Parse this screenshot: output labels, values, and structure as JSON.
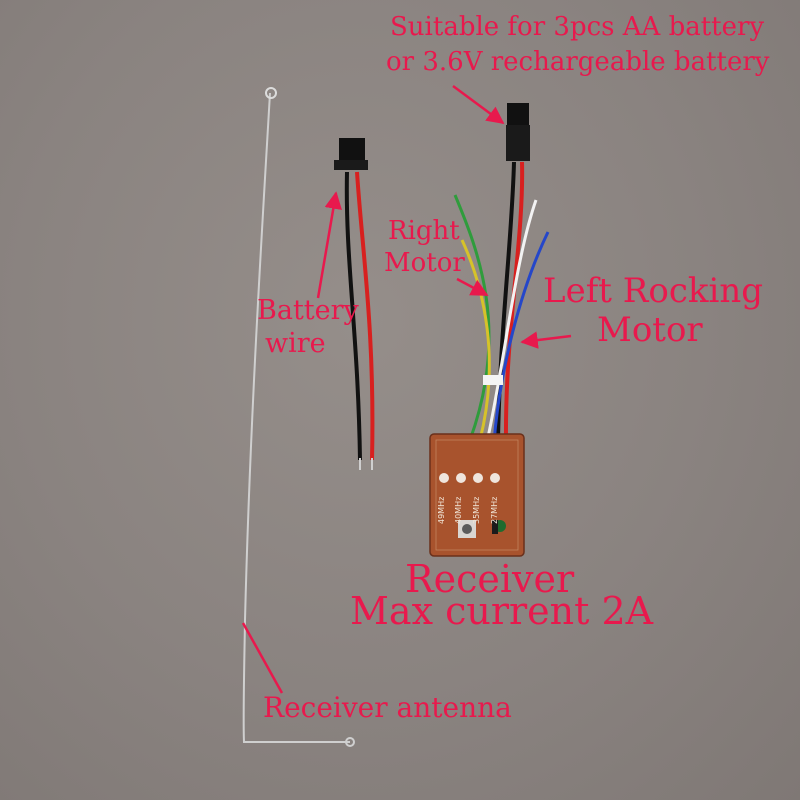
{
  "annotations": {
    "battery_note_line1": "Suitable for 3pcs AA battery",
    "battery_note_line2": "or 3.6V rechargeable battery",
    "right_motor_line1": "Right",
    "right_motor_line2": "Motor",
    "left_motor_line1": "Left Rocking",
    "left_motor_line2": "Motor",
    "battery_wire_line1": "Battery",
    "battery_wire_line2": "wire",
    "receiver_line1": "Receiver",
    "receiver_line2": "Max current 2A",
    "antenna": "Receiver antenna"
  },
  "board_labels": {
    "freq_49": "49MHz",
    "freq_40": "40MHz",
    "freq_35": "35MHz",
    "freq_27": "27MHz"
  },
  "colors": {
    "annotation": "#e8194d",
    "background": "#8c8581",
    "pcb": "#a8532d",
    "wire_red": "#d8201f",
    "wire_black": "#111111"
  }
}
